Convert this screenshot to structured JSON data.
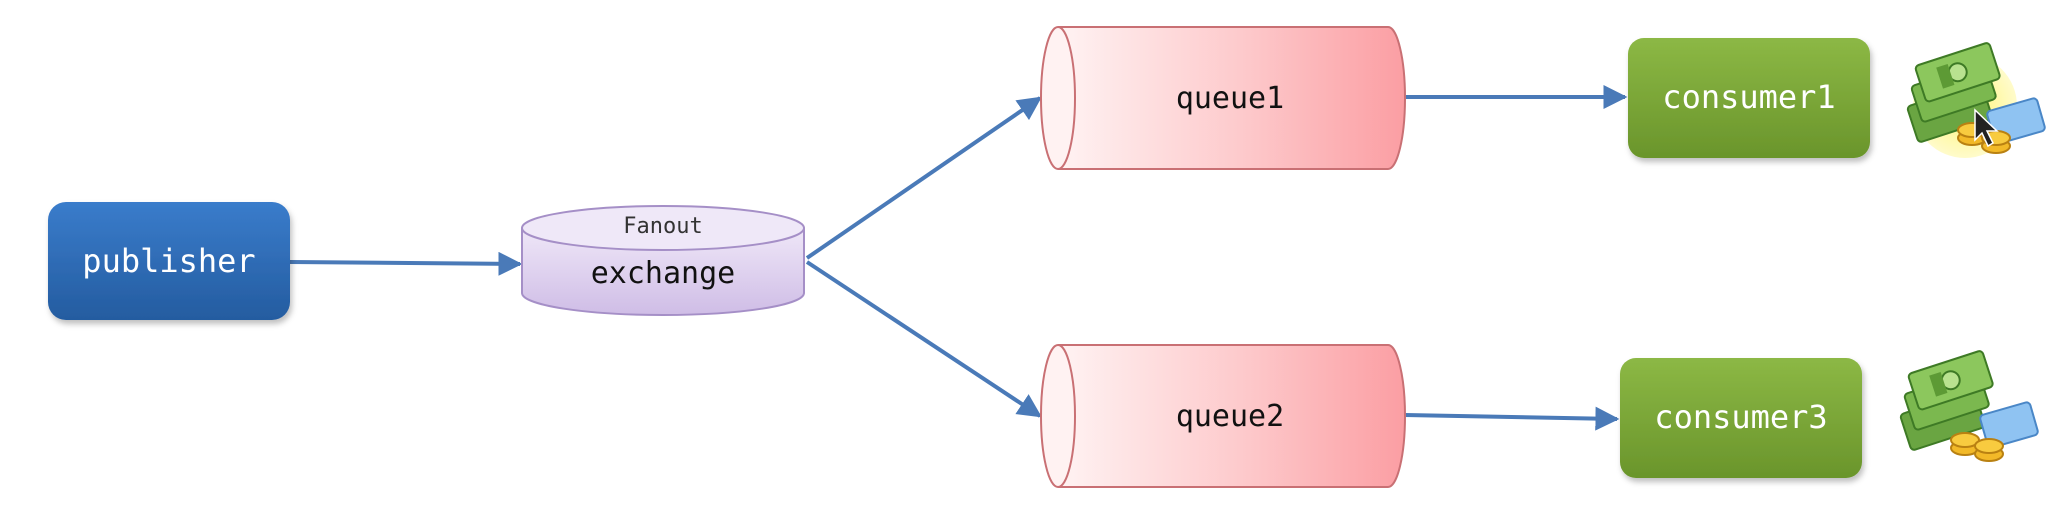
{
  "nodes": {
    "publisher": "publisher",
    "exchange_type": "Fanout",
    "exchange": "exchange",
    "queue1": "queue1",
    "queue2": "queue2",
    "consumer1": "consumer1",
    "consumer3": "consumer3"
  },
  "icons": {
    "consumer1_reward": "money-stack-icon",
    "consumer3_reward": "money-stack-icon",
    "cursor": "mouse-pointer-icon"
  },
  "colors": {
    "publisher": "#2f6db5",
    "exchange": "#ddd0ee",
    "queue": "#fbb9bc",
    "consumer": "#7aa436",
    "arrow": "#4a7ab8",
    "highlight": "#fff56a"
  }
}
